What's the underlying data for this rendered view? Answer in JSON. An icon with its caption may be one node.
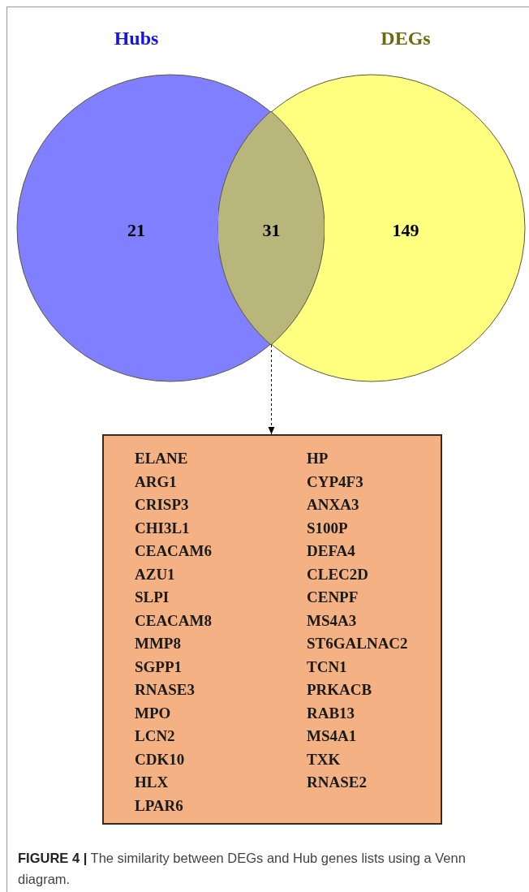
{
  "diagram": {
    "caption": "**FIGURE 4 |** The similarity between DEGs and Hub genes lists using a Venn diagram.",
    "nodes": [
      {
        "text": [
          "Hubs",
          "21"
        ]
      },
      {
        "text": [
          "DEGs",
          "149"
        ]
      },
      {
        "text": [
          "31"
        ]
      },
      {
        "text": [
          "ELANE",
          "ARG1",
          "CRISP3",
          "CHI3L1",
          "CEACAM6",
          "AZU1",
          "SLPI",
          "CEACAM8",
          "MMP8",
          "SGPP1",
          "RNASE3",
          "MPO",
          "LCN2",
          "CDK10",
          "HLX",
          "LPAR6",
          "HP",
          "CYP4F3",
          "ANXA3",
          "S100P",
          "DEFA4",
          "CLEC2D",
          "CENPF",
          "MS4A3",
          "ST6GALNAC2",
          "TCN1",
          "PRKACB",
          "RAB13",
          "MS4A1",
          "TXK",
          "RNASE2"
        ]
      }
    ],
    "edges": [
      {
        "from": 2,
        "to": 3,
        "arrow": "to",
        "style": "dashed"
      }
    ]
  }
}
